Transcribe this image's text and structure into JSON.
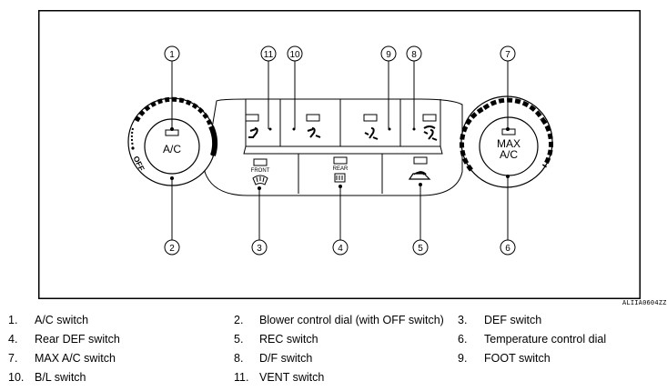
{
  "figure": {
    "ref_code": "ALIIA0604ZZ",
    "panel_labels": {
      "ac": "A/C",
      "max_ac_line1": "MAX",
      "max_ac_line2": "A/C",
      "off": "OFF",
      "front": "FRONT",
      "rear": "REAR"
    },
    "callouts": [
      "1",
      "2",
      "3",
      "4",
      "5",
      "6",
      "7",
      "8",
      "9",
      "10",
      "11"
    ]
  },
  "legend": [
    {
      "num": "1.",
      "text": "A/C switch"
    },
    {
      "num": "2.",
      "text": "Blower control dial (with OFF switch)"
    },
    {
      "num": "3.",
      "text": "DEF switch"
    },
    {
      "num": "4.",
      "text": "Rear DEF switch"
    },
    {
      "num": "5.",
      "text": "REC switch"
    },
    {
      "num": "6.",
      "text": "Temperature control dial"
    },
    {
      "num": "7.",
      "text": "MAX A/C switch"
    },
    {
      "num": "8.",
      "text": "D/F switch"
    },
    {
      "num": "9.",
      "text": "FOOT switch"
    },
    {
      "num": "10.",
      "text": "B/L switch"
    },
    {
      "num": "11.",
      "text": "VENT switch"
    }
  ]
}
